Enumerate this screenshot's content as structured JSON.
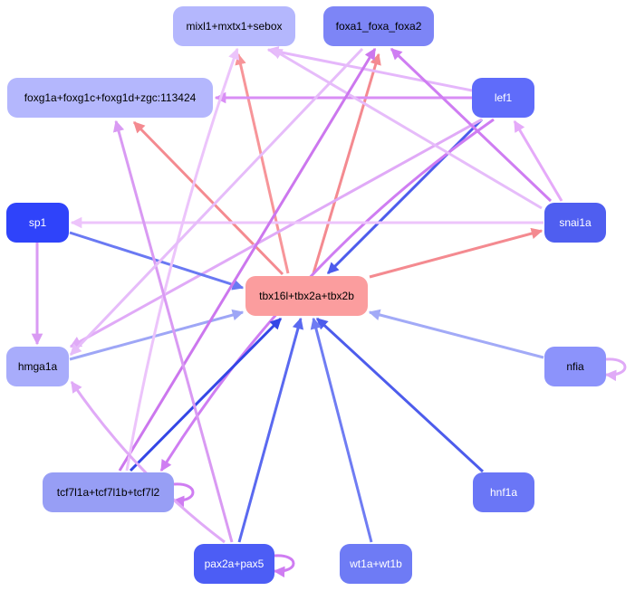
{
  "nodes": [
    {
      "id": "mixl",
      "label": "mixl1+mxtx1+sebox",
      "fill": "#b4b7fd",
      "text": "#000000"
    },
    {
      "id": "foxa",
      "label": "foxa1_foxa_foxa2",
      "fill": "#7d85f6",
      "text": "#000000"
    },
    {
      "id": "foxg",
      "label": "foxg1a+foxg1c+foxg1d+zgc:113424",
      "fill": "#b4b7fd",
      "text": "#000000"
    },
    {
      "id": "lef1",
      "label": "lef1",
      "fill": "#5f6cfa",
      "text": "#ffffff"
    },
    {
      "id": "sp1",
      "label": "sp1",
      "fill": "#2f43fa",
      "text": "#ffffff"
    },
    {
      "id": "snai1a",
      "label": "snai1a",
      "fill": "#4f5ef0",
      "text": "#ffffff"
    },
    {
      "id": "tbx",
      "label": "tbx16l+tbx2a+tbx2b",
      "fill": "#fb9d9e",
      "text": "#000000"
    },
    {
      "id": "hmga1a",
      "label": "hmga1a",
      "fill": "#a8acfb",
      "text": "#000000"
    },
    {
      "id": "nfia",
      "label": "nfia",
      "fill": "#8c93fb",
      "text": "#000000"
    },
    {
      "id": "tcf7",
      "label": "tcf7l1a+tcf7l1b+tcf7l2",
      "fill": "#979ef5",
      "text": "#000000"
    },
    {
      "id": "hnf1a",
      "label": "hnf1a",
      "fill": "#6a76f6",
      "text": "#ffffff"
    },
    {
      "id": "pax2a",
      "label": "pax2a+pax5",
      "fill": "#4c5df5",
      "text": "#ffffff"
    },
    {
      "id": "wt1a",
      "label": "wt1a+wt1b",
      "fill": "#6e7bf5",
      "text": "#ffffff"
    }
  ],
  "edges": [
    {
      "from": "tbx",
      "to": "mixl",
      "color": "#f79599"
    },
    {
      "from": "tbx",
      "to": "foxa",
      "color": "#f48a90"
    },
    {
      "from": "tbx",
      "to": "foxg",
      "color": "#f48a90"
    },
    {
      "from": "tbx",
      "to": "snai1a",
      "color": "#f48a90"
    },
    {
      "from": "lef1",
      "to": "tbx",
      "color": "#4d5cec"
    },
    {
      "from": "lef1",
      "to": "mixl",
      "color": "#e5b7fb"
    },
    {
      "from": "lef1",
      "to": "foxg",
      "color": "#d98ef5"
    },
    {
      "from": "lef1",
      "to": "hmga1a",
      "color": "#e0aaf7"
    },
    {
      "from": "lef1",
      "to": "tcf7",
      "color": "#cf7df2"
    },
    {
      "from": "snai1a",
      "to": "lef1",
      "color": "#e5aaf9"
    },
    {
      "from": "snai1a",
      "to": "foxa",
      "color": "#cf7df2"
    },
    {
      "from": "snai1a",
      "to": "mixl",
      "color": "#e6bcfa"
    },
    {
      "from": "snai1a",
      "to": "sp1",
      "color": "#edc4fb"
    },
    {
      "from": "sp1",
      "to": "tbx",
      "color": "#6a79f3"
    },
    {
      "from": "sp1",
      "to": "hmga1a",
      "color": "#d99af3"
    },
    {
      "from": "hmga1a",
      "to": "tbx",
      "color": "#9ea6f6"
    },
    {
      "from": "nfia",
      "to": "tbx",
      "color": "#a2aaf7"
    },
    {
      "from": "nfia",
      "to": "nfia",
      "color": "#e0aaf7"
    },
    {
      "from": "tcf7",
      "to": "tbx",
      "color": "#3446e6"
    },
    {
      "from": "tcf7",
      "to": "foxa",
      "color": "#cc77ee"
    },
    {
      "from": "tcf7",
      "to": "mixl",
      "color": "#ecc4fb"
    },
    {
      "from": "tcf7",
      "to": "tcf7",
      "color": "#cf7df2"
    },
    {
      "from": "hnf1a",
      "to": "tbx",
      "color": "#4d5cec"
    },
    {
      "from": "pax2a",
      "to": "tbx",
      "color": "#5a69f0"
    },
    {
      "from": "pax2a",
      "to": "foxg",
      "color": "#d99af3"
    },
    {
      "from": "pax2a",
      "to": "hmga1a",
      "color": "#e0aaf7"
    },
    {
      "from": "pax2a",
      "to": "pax2a",
      "color": "#cf7df2"
    },
    {
      "from": "wt1a",
      "to": "tbx",
      "color": "#6f7cf3"
    },
    {
      "from": "foxa",
      "to": "hmga1a",
      "color": "#e6bcfa"
    }
  ]
}
